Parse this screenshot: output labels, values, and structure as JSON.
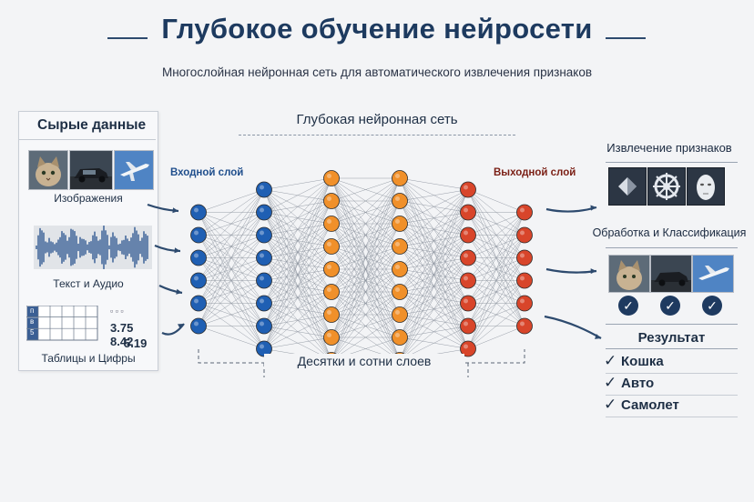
{
  "header": {
    "title": "Глубокое обучение нейросети",
    "subtitle": "Многослойная нейронная сеть для автоматического извлечения признаков"
  },
  "inputs": {
    "heading": "Сырые данные",
    "images_caption": "Изображения",
    "audio_caption": "Текст и Аудио",
    "tables_caption": "Таблицы и Цифры",
    "numbers": [
      "3.75 8.42",
      "5.19"
    ],
    "table_cells": [
      "п",
      "в",
      "5"
    ]
  },
  "network": {
    "heading": "Глубокая нейронная сеть",
    "input_layer_label": "Входной слой",
    "output_layer_label": "Выходной слой",
    "depth_caption": "Десятки и сотни слоев",
    "layers": [
      {
        "nodes": 6,
        "color": "#1f5fb3"
      },
      {
        "nodes": 8,
        "color": "#1f5fb3"
      },
      {
        "nodes": 9,
        "color": "#f0902a"
      },
      {
        "nodes": 9,
        "color": "#f0902a"
      },
      {
        "nodes": 8,
        "color": "#d8452a"
      },
      {
        "nodes": 6,
        "color": "#d8452a"
      }
    ]
  },
  "outputs": {
    "features_heading": "Извлечение признаков",
    "classification_heading": "Обработка и Классификация",
    "result_heading": "Результат",
    "results": [
      "Кошка",
      "Авто",
      "Самолет"
    ],
    "icons": [
      "diamond-icon",
      "gear-icon",
      "face-icon",
      "cat-photo",
      "car-photo",
      "airplane-photo",
      "check-icon"
    ]
  },
  "colors": {
    "navy": "#1d3a5f",
    "input_nodes": "#1f5fb3",
    "hidden_nodes": "#f0902a",
    "output_nodes": "#d8452a"
  }
}
